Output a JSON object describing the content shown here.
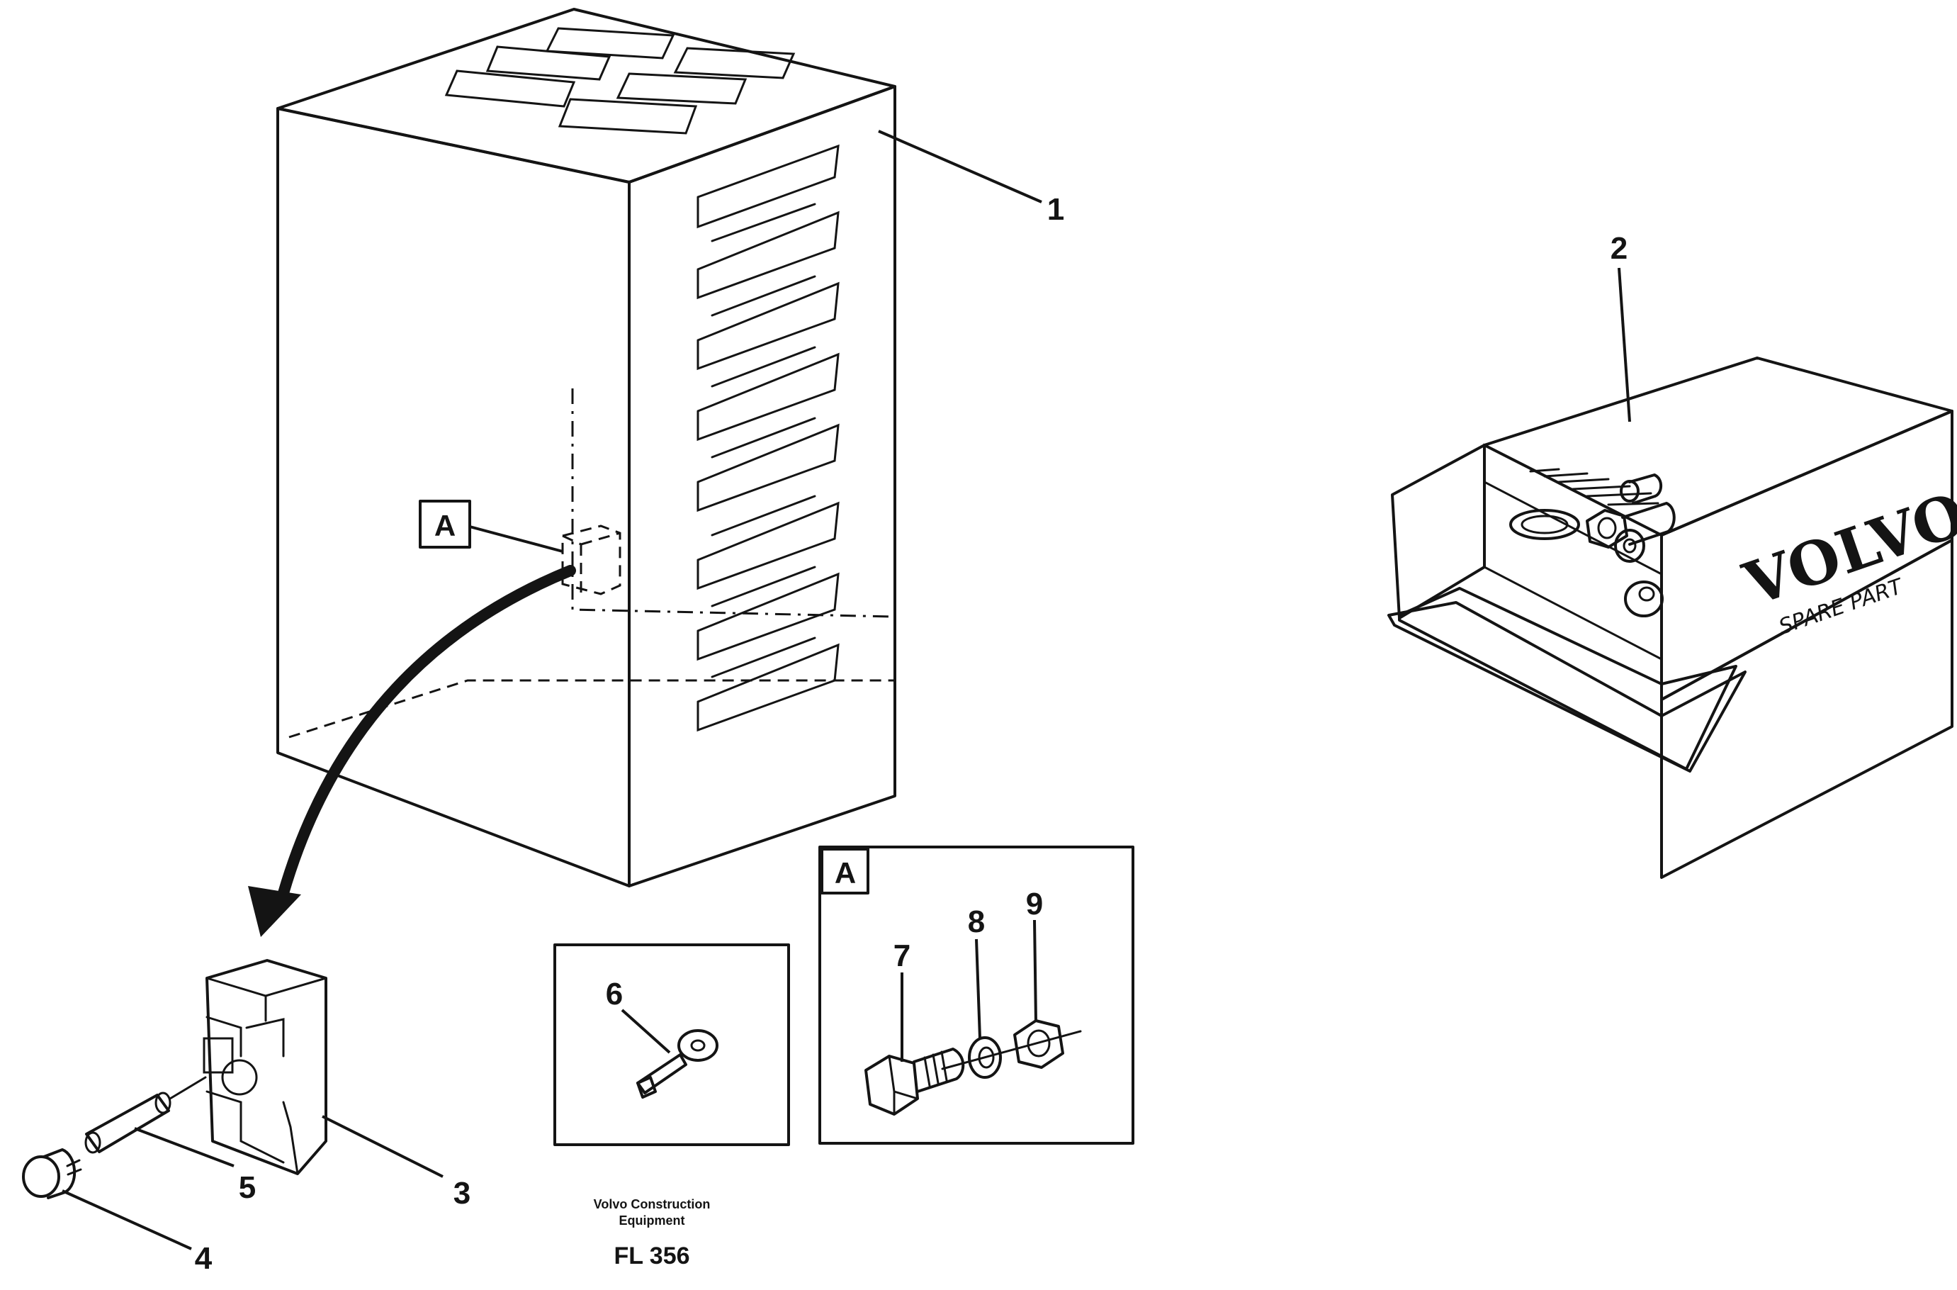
{
  "callouts": {
    "c1": "1",
    "c2": "2",
    "c3": "3",
    "c4": "4",
    "c5": "5",
    "c6": "6",
    "c7": "7",
    "c8": "8",
    "c9": "9"
  },
  "detail_marker": "A",
  "inset_a_label": "A",
  "spare_box": {
    "brand": "VOLVO",
    "subtitle": "SPARE PART"
  },
  "caption": {
    "line1": "Volvo Construction",
    "line2": "Equipment",
    "code": "FL 356"
  },
  "colors": {
    "ink": "#141414",
    "paper": "#ffffff"
  }
}
